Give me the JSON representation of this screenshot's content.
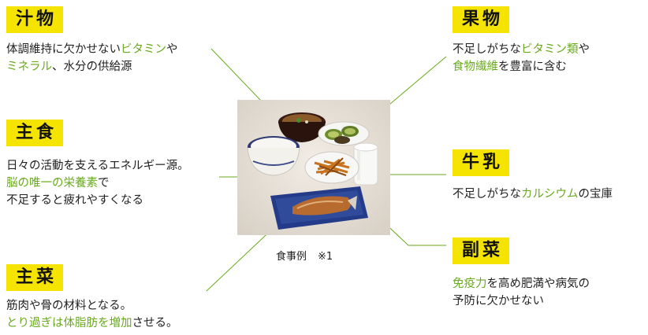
{
  "soup": {
    "label": "汁物",
    "line1": [
      {
        "t": "体調維持に欠かせない",
        "hl": false
      },
      {
        "t": "ビタミン",
        "hl": true
      },
      {
        "t": "や",
        "hl": false
      }
    ],
    "line2": [
      {
        "t": "ミネラル",
        "hl": true
      },
      {
        "t": "、水分の供給源",
        "hl": false
      }
    ]
  },
  "staple": {
    "label": "主食",
    "line1": [
      {
        "t": "日々の活動を支えるエネルギー源。",
        "hl": false
      }
    ],
    "line2": [
      {
        "t": "脳の唯一の栄養素",
        "hl": true
      },
      {
        "t": "で",
        "hl": false
      }
    ],
    "line3": [
      {
        "t": "不足すると疲れやすくなる",
        "hl": false
      }
    ]
  },
  "main_dish": {
    "label": "主菜",
    "line1": [
      {
        "t": "筋肉や骨の材料となる。",
        "hl": false
      }
    ],
    "line2": [
      {
        "t": "とり過ぎは体脂肪を増加",
        "hl": true
      },
      {
        "t": "させる。",
        "hl": false
      }
    ]
  },
  "fruit": {
    "label": "果物",
    "line1": [
      {
        "t": "不足しがちな",
        "hl": false
      },
      {
        "t": "ビタミン類",
        "hl": true
      },
      {
        "t": "や",
        "hl": false
      }
    ],
    "line2": [
      {
        "t": "食物繊維",
        "hl": true
      },
      {
        "t": "を豊富に含む",
        "hl": false
      }
    ]
  },
  "milk": {
    "label": "牛乳",
    "line1": [
      {
        "t": "不足しがちな",
        "hl": false
      },
      {
        "t": "カルシウム",
        "hl": true
      },
      {
        "t": "の宝庫",
        "hl": false
      }
    ]
  },
  "side_dish": {
    "label": "副菜",
    "line1": [
      {
        "t": "免疫力",
        "hl": true
      },
      {
        "t": "を高め肥満や病気の",
        "hl": false
      }
    ],
    "line2": [
      {
        "t": "予防に欠かせない",
        "hl": false
      }
    ]
  },
  "caption": {
    "text": "食事例",
    "note": "※1"
  },
  "colors": {
    "label_bg": "#f5e400",
    "highlight": "#6aaa1e",
    "line": "#6aaa1e"
  }
}
